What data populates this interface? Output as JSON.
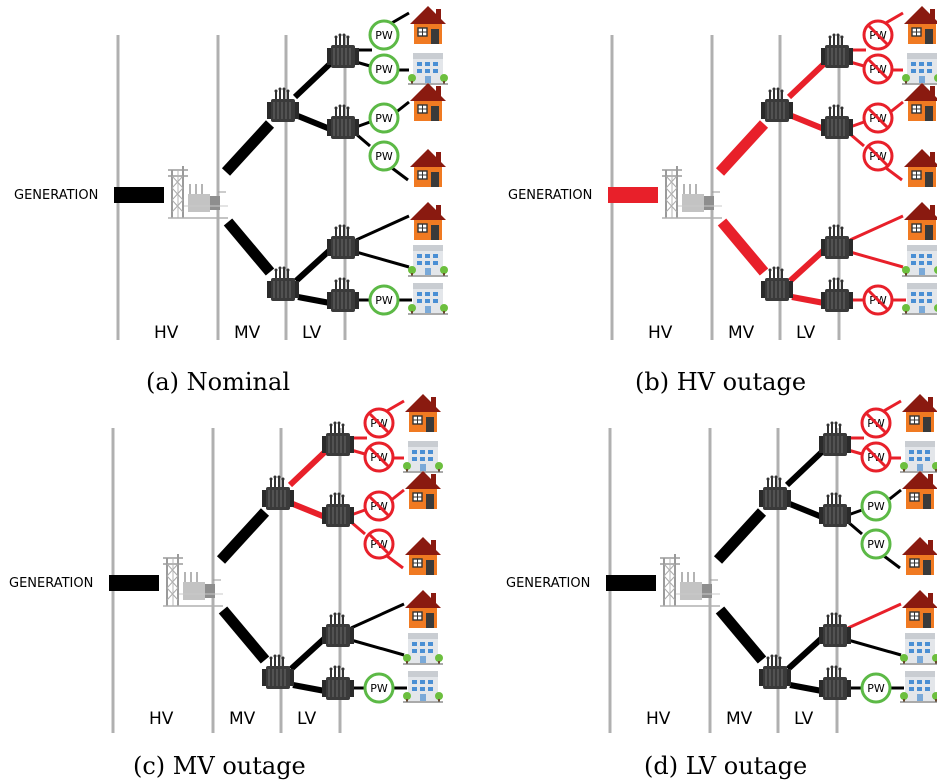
{
  "labels": {
    "generation": "GENERATION",
    "hv": "HV",
    "mv": "MV",
    "lv": "LV",
    "pw": "PW"
  },
  "captions": {
    "a": "(a) Nominal",
    "b": "(b) HV outage",
    "c": "(c) MV outage",
    "d": "(d) LV outage"
  },
  "colors": {
    "energized": "#000000",
    "outage": "#e8202a",
    "pw_ok": "#5cb946",
    "pw_out": "#e8202a",
    "bus": "#b0b0b0"
  }
}
